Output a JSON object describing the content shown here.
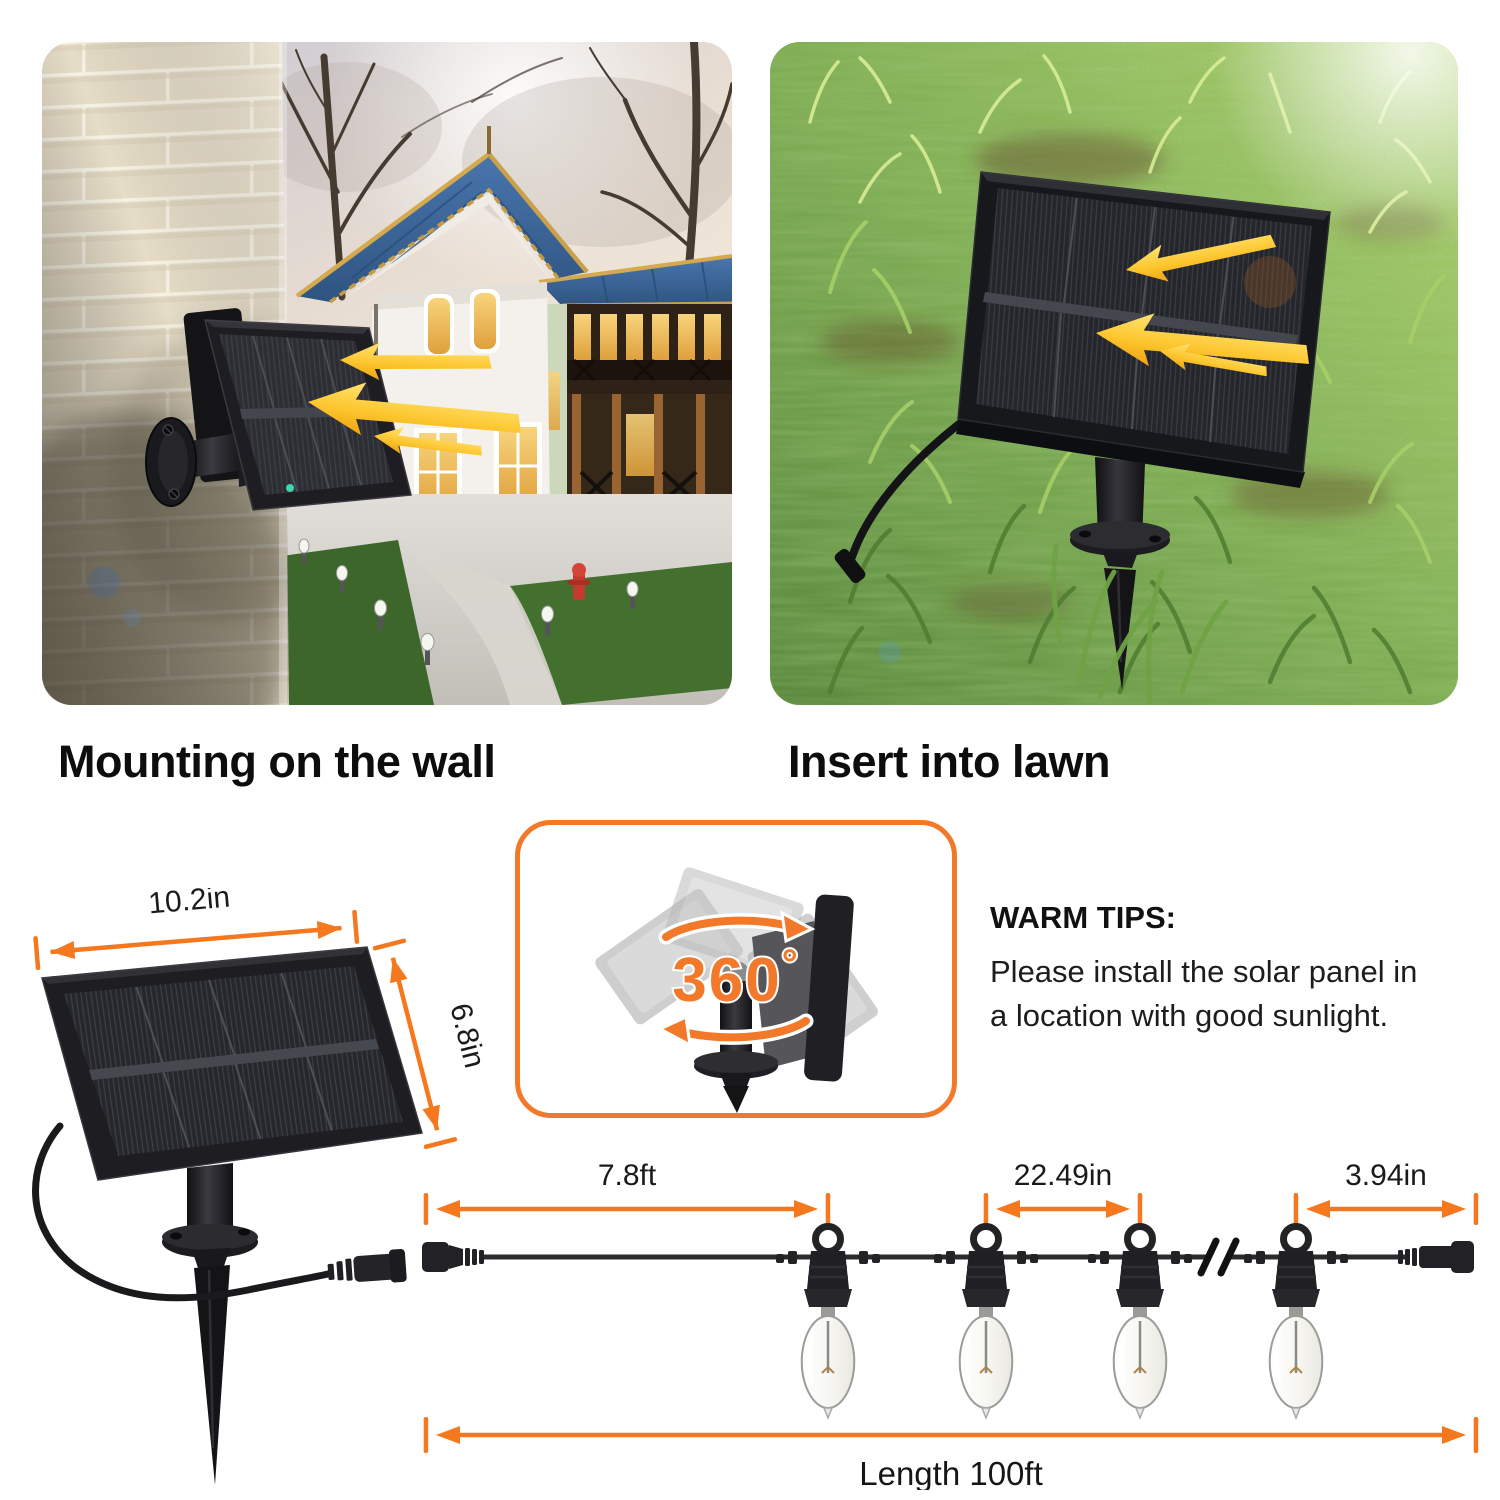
{
  "colors": {
    "accent_orange": "#F5781E",
    "sun_arrow_yellow": "#FFC832",
    "title_text": "#0D0D0D",
    "product_black": "#1E1E22"
  },
  "photos": {
    "wall": {
      "caption": "Mounting on the wall"
    },
    "lawn": {
      "caption": "Insert into lawn"
    }
  },
  "panel_diagram": {
    "width_label": "10.2in",
    "height_label": "6.8in"
  },
  "rotation_badge": {
    "value": "360",
    "unit": "°"
  },
  "warm_tips": {
    "title": "WARM TIPS:",
    "line1": "Please install the solar panel in",
    "line2": "a location with good sunlight."
  },
  "string_diagram": {
    "lead_length_label": "7.8ft",
    "spacing_label": "22.49in",
    "tail_label": "3.94in",
    "total_length_label": "Length 100ft"
  }
}
